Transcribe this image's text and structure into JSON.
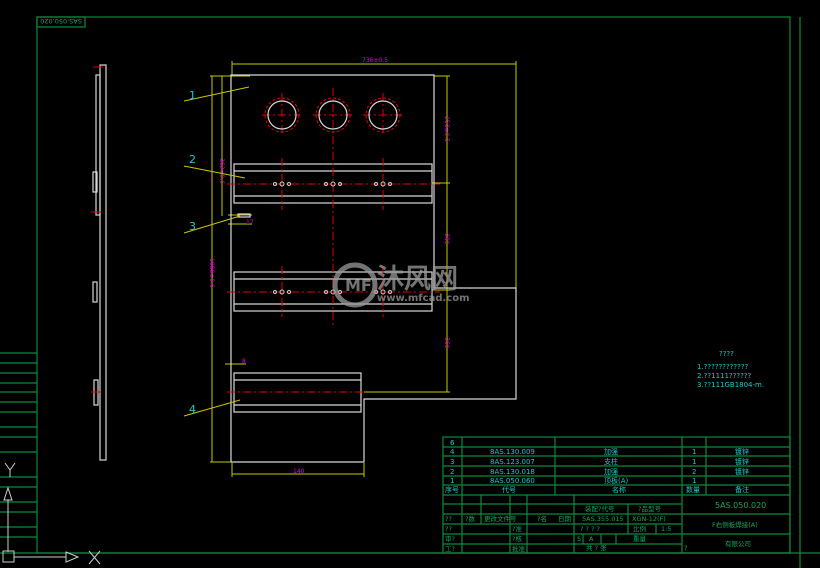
{
  "drawing": {
    "mirrored_code": "SAS.050.020",
    "leaders": [
      "1",
      "2",
      "3",
      "4"
    ],
    "dimensions": {
      "top_width": "736±0.5",
      "left_upper": "362±0.6",
      "right_upper": "253±0.5",
      "left_total": "1000±0.6",
      "right_mid": "380",
      "right_lower": "360",
      "bottom_width": "140",
      "small_17": "17",
      "small_8": "8"
    },
    "notes": {
      "title": "????",
      "lines": [
        "1.????????????",
        "2.??1111??????",
        "3.??111GB1804-m."
      ]
    },
    "watermark": {
      "brand": "沐风网",
      "url": "www.mfcad.com"
    }
  },
  "title_block": {
    "parts": [
      {
        "no": "6",
        "code": "",
        "name": "",
        "qty": "",
        "remark": ""
      },
      {
        "no": "4",
        "code": "8AS.130.009",
        "name": "加强",
        "qty": "1",
        "remark": "镀锌"
      },
      {
        "no": "3",
        "code": "8AS.123.007",
        "name": "支柱",
        "qty": "1",
        "remark": "镀锌"
      },
      {
        "no": "2",
        "code": "8AS.130.018",
        "name": "加强",
        "qty": "2",
        "remark": "镀锌"
      },
      {
        "no": "1",
        "code": "8AS.050.060",
        "name": "顶板(A)",
        "qty": "1",
        "remark": ""
      }
    ],
    "header": {
      "no": "序号",
      "code": "代号",
      "name": "名称",
      "qty": "数量",
      "remark": "备注"
    },
    "revision_labels": [
      "??",
      "?数",
      "更改文件号",
      "?名",
      "日期"
    ],
    "row_labels": [
      "??",
      "?准",
      "审?",
      "?核",
      "工?",
      "批准"
    ],
    "assembly_label": "装配?代号",
    "product_label": "?品型号",
    "assembly_code": "5AS.355.015",
    "product_model": "XGN-12(F)",
    "stage_marks": "? ? ? ?",
    "scale_label": "比例",
    "scale_value": "1:5",
    "stage_s": "S",
    "stage_a": "A",
    "weight_label": "重量",
    "sheet_label": "共 ? 张",
    "drawing_code": "5AS.050.020",
    "drawing_name": "F右侧板焊接(A)",
    "company": "有限公司",
    "corner_mark": "?"
  }
}
